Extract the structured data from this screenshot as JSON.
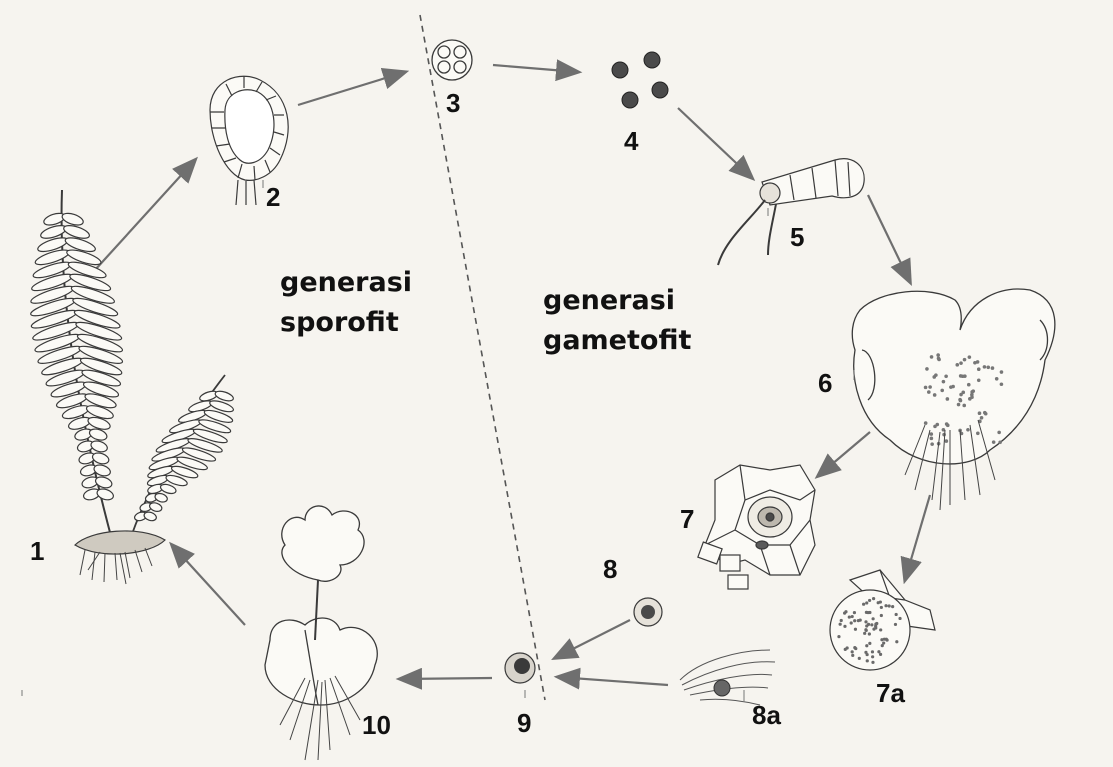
{
  "labels": {
    "sporophyte_line1": "generasi",
    "sporophyte_line2": "sporofit",
    "gametophyte_line1": "generasi",
    "gametophyte_line2": "gametofit"
  },
  "stages": [
    {
      "id": "1",
      "name": "fern-sporophyte"
    },
    {
      "id": "2",
      "name": "sporangium"
    },
    {
      "id": "3",
      "name": "spore-tetrad"
    },
    {
      "id": "4",
      "name": "spores"
    },
    {
      "id": "5",
      "name": "germinating-spore"
    },
    {
      "id": "6",
      "name": "prothallus"
    },
    {
      "id": "7",
      "name": "archegonium"
    },
    {
      "id": "7a",
      "name": "antheridium"
    },
    {
      "id": "8",
      "name": "egg-cell"
    },
    {
      "id": "8a",
      "name": "sperm-cell"
    },
    {
      "id": "9",
      "name": "zygote"
    },
    {
      "id": "10",
      "name": "young-sporophyte"
    }
  ],
  "colors": {
    "background": "#f6f4ef",
    "ink": "#3a3a3a",
    "arrow": "#6f6f6f",
    "cell_dark": "#4a4a4a"
  }
}
